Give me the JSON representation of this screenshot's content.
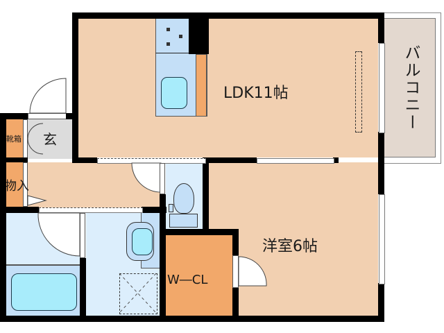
{
  "floor_plan": {
    "rooms": {
      "ldk": {
        "label": "LDK11帖",
        "type": "living-dining-kitchen",
        "size_jo": 11
      },
      "western_room": {
        "label": "洋室6帖",
        "type": "bedroom",
        "size_jo": 6
      },
      "balcony": {
        "label": "バルコニー",
        "type": "balcony"
      },
      "entrance": {
        "label": "玄",
        "type": "entrance"
      },
      "shoe_cabinet": {
        "label": "靴箱",
        "type": "storage"
      },
      "closet": {
        "label": "物入",
        "type": "storage"
      },
      "walk_in_closet": {
        "label": "W―CL",
        "type": "walk-in-closet"
      }
    },
    "colors": {
      "floor": "#f2d0b1",
      "storage": "#f2a86a",
      "wet_area": "#dceefc",
      "fixture": "#a8ecfb",
      "entrance": "#dcdcdc",
      "balcony": "#e3d8cf",
      "wall": "#000000"
    }
  }
}
